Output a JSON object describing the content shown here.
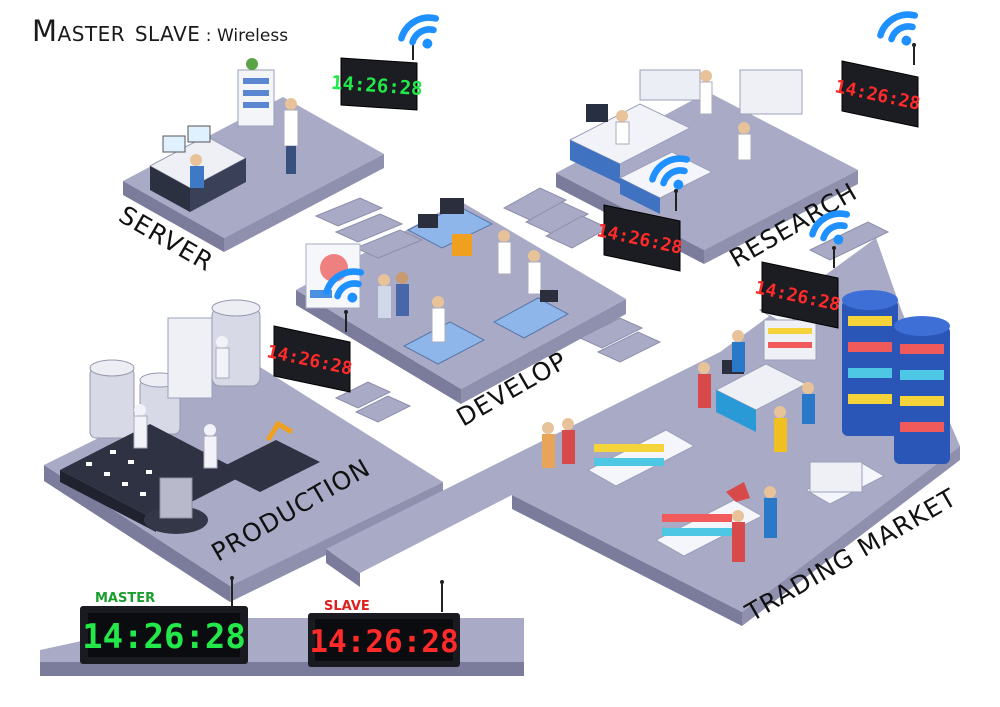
{
  "header": {
    "title_main": "Master slave",
    "title_sep": " : ",
    "title_sub": "Wireless"
  },
  "zones": {
    "server": "SERVER",
    "research": "RESEARCH",
    "develop": "DEVELOP",
    "production": "PRODUCTION",
    "trading_market": "TRADING MARKET"
  },
  "clocks": {
    "time": "14:26:28",
    "master_label": "MASTER",
    "slave_label": "SLAVE"
  },
  "colors": {
    "floor_top": "#a9aac6",
    "floor_side": "#7b7c9c",
    "master_digits": "#22e84a",
    "slave_digits": "#ff2a2a",
    "wifi": "#1e90ff",
    "master_label": "#1a9e2e",
    "slave_label": "#e02020"
  },
  "icons": [
    "wifi-icon",
    "antenna-icon"
  ]
}
